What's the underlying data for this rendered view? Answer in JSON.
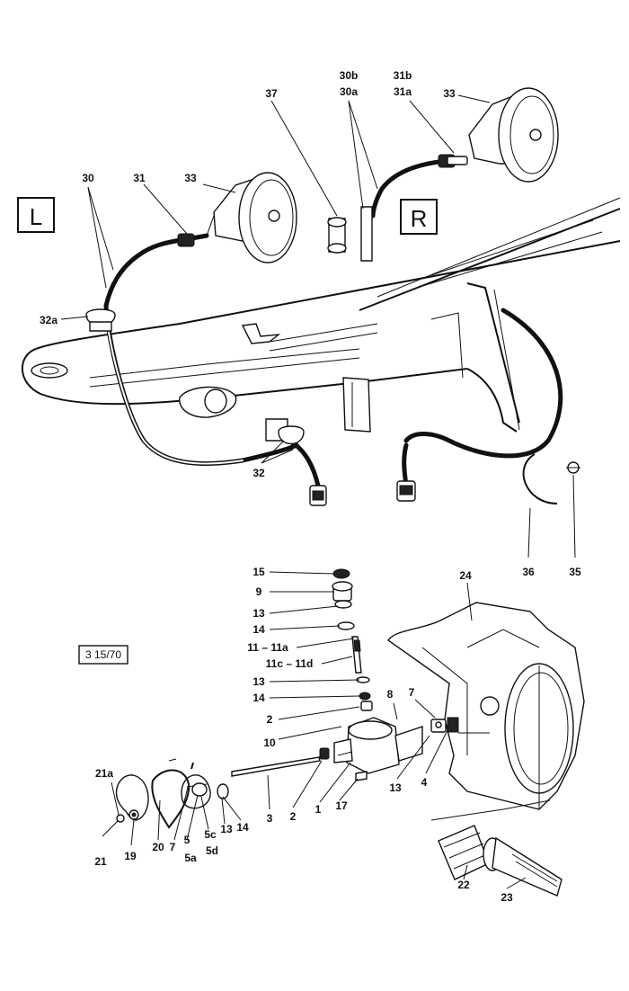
{
  "diagram": {
    "reference_code": "3 15/70",
    "side_labels": {
      "left": "L",
      "right": "R"
    },
    "callouts": [
      "37",
      "30b",
      "30a",
      "31b",
      "31a",
      "33",
      "30",
      "31",
      "33",
      "32a",
      "32",
      "36",
      "35",
      "24",
      "15",
      "9",
      "13",
      "14",
      "11 – 11a",
      "11c – 11d",
      "13",
      "14",
      "2",
      "10",
      "8",
      "7",
      "4",
      "13",
      "17",
      "1",
      "2",
      "3",
      "21a",
      "21",
      "19",
      "20",
      "7",
      "5",
      "5a",
      "5c",
      "5d",
      "13",
      "14",
      "22",
      "23"
    ]
  }
}
